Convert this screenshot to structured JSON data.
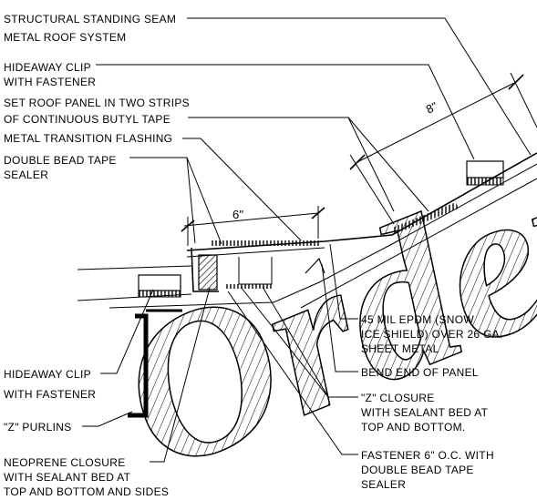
{
  "labels": {
    "roof_system_1": "STRUCTURAL STANDING SEAM",
    "roof_system_2": "METAL ROOF SYSTEM",
    "clip_top_1": "HIDEAWAY CLIP",
    "clip_top_2": "WITH FASTENER",
    "set_panel_1": "SET ROOF PANEL IN TWO STRIPS",
    "set_panel_2": "OF CONTINUOUS BUTYL TAPE",
    "transition_flashing": "METAL TRANSITION FLASHING",
    "double_bead_1": "DOUBLE BEAD TAPE",
    "double_bead_2": "SEALER",
    "epdm_1": "45 MIL EPDM (SNOW",
    "epdm_2": "ICE SHIELD) OVER 26 GA.",
    "epdm_3": "SHEET METAL",
    "bend_end": "BEND END OF PANEL",
    "z_closure_1": "\"Z\" CLOSURE",
    "z_closure_2": "WITH SEALANT BED AT",
    "z_closure_3": "TOP AND BOTTOM.",
    "clip_low_1": "HIDEAWAY CLIP",
    "clip_low_2": "WITH FASTENER",
    "z_purlins": "\"Z\" PURLINS",
    "fastener_1": "FASTENER 6\" O.C. WITH",
    "fastener_2": "DOUBLE BEAD TAPE",
    "fastener_3": "SEALER",
    "neoprene_1": "NEOPRENE CLOSURE",
    "neoprene_2": "WITH SEALANT BED AT",
    "neoprene_3": "TOP AND BOTTOM AND SIDES"
  },
  "dimensions": {
    "dim_6in": "6\"",
    "dim_8in": "8\""
  },
  "watermark": "Order"
}
